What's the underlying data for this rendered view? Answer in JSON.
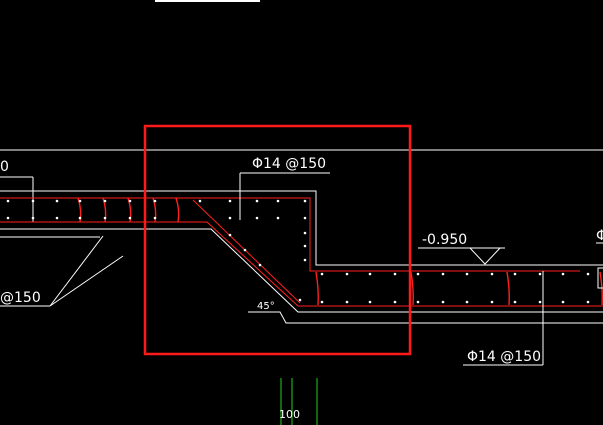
{
  "drawing": {
    "labels": {
      "top_left_partial": "0",
      "rebar_top": "Φ14 @150",
      "left_partial": "@150",
      "elevation": "-0.950",
      "right_partial": "Φ",
      "angle": "45°",
      "rebar_bottom": "Φ14 @150",
      "dimension": "100"
    }
  }
}
